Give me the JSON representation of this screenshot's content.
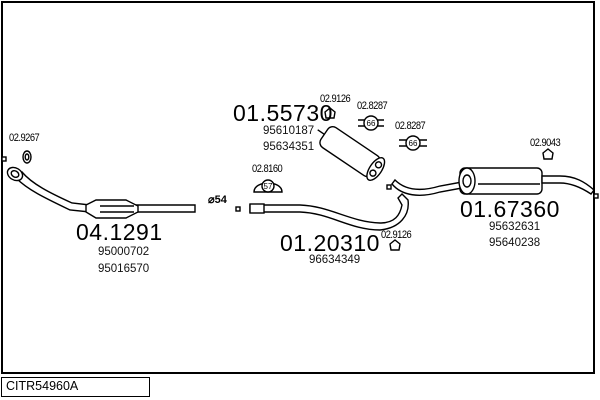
{
  "diagram": {
    "code": "CITR54960A",
    "diameter_label": "⌀54",
    "parts": [
      {
        "id": "front-pipe",
        "number": "04.1291",
        "refs": [
          "95000702",
          "95016570"
        ]
      },
      {
        "id": "middle-silencer",
        "number": "01.55730",
        "refs": [
          "95610187",
          "95634351"
        ]
      },
      {
        "id": "intermediate-pipe",
        "number": "01.20310",
        "refs": [
          "96634349"
        ]
      },
      {
        "id": "rear-silencer",
        "number": "01.67360",
        "refs": [
          "95632631",
          "95640238"
        ]
      }
    ],
    "accessories": [
      {
        "id": "gasket-front",
        "number": "02.9267"
      },
      {
        "id": "rubber-mount-a",
        "number": "02.9126"
      },
      {
        "id": "clamp-66-a",
        "number": "02.8287",
        "size": "66"
      },
      {
        "id": "clamp-66-b",
        "number": "02.8287",
        "size": "66"
      },
      {
        "id": "clamp-57",
        "number": "02.8160",
        "size": "57"
      },
      {
        "id": "rubber-mount-b",
        "number": "02.9126"
      },
      {
        "id": "rubber-mount-c",
        "number": "02.9043"
      }
    ]
  }
}
